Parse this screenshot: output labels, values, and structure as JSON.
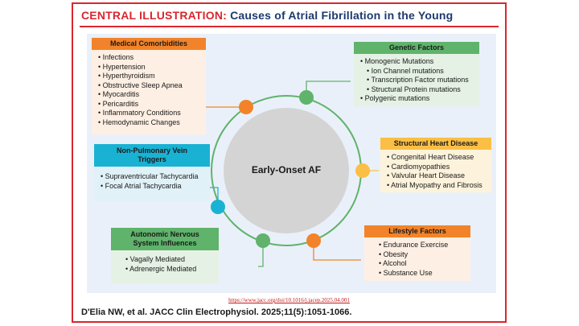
{
  "title": {
    "prefix": "CENTRAL ILLUSTRATION:",
    "main": "Causes of Atrial Fibrillation in the Young"
  },
  "center": {
    "label": "Early-Onset AF"
  },
  "boxes": {
    "medical": {
      "header": "Medical Comorbidities",
      "color": "#f2832a",
      "bg": "#fdefe3",
      "items": [
        "Infections",
        "Hypertension",
        "Hyperthyroidism",
        "Obstructive Sleep Apnea",
        "Myocarditis",
        "Pericarditis",
        "Inflammatory Conditions",
        "Hemodynamic Changes"
      ]
    },
    "genetic": {
      "header": "Genetic Factors",
      "color": "#5fb36b",
      "bg": "#e4f1e4",
      "items": [
        "Monogenic Mutations",
        "Ion Channel mutations",
        "Transcription Factor mutations",
        "Structural Protein mutations",
        "Polygenic mutations"
      ]
    },
    "nonpulmonary": {
      "header": "Non-Pulmonary Vein Triggers",
      "color": "#1ab2d3",
      "bg": "#e0f1f7",
      "items": [
        "Supraventricular Tachycardia",
        "Focal Atrial Tachycardia"
      ]
    },
    "structural": {
      "header": "Structural Heart Disease",
      "color": "#fbbf45",
      "bg": "#fdf3dc",
      "items": [
        "Congenital Heart Disease",
        "Cardiomyopathies",
        "Valvular Heart Disease",
        "Atrial Myopathy and Fibrosis"
      ]
    },
    "autonomic": {
      "header": "Autonomic Nervous System Influences",
      "color": "#5fb36b",
      "bg": "#e4f1e4",
      "items": [
        "Vagally Mediated",
        "Adrenergic Mediated"
      ]
    },
    "lifestyle": {
      "header": "Lifestyle Factors",
      "color": "#f2832a",
      "bg": "#fdefe3",
      "items": [
        "Endurance Exercise",
        "Obesity",
        "Alcohol",
        "Substance Use"
      ]
    }
  },
  "colors": {
    "ring": "#5fb36b",
    "center_fill": "#d4d4d4",
    "accent_red": "#d9272e",
    "navy": "#1c3a6e"
  },
  "url": "https://www.jacc.org/doi/10.1016/j.jacep.2025.04.001",
  "citation": "D'Elia NW, et al. JACC Clin Electrophysiol. 2025;11(5):1051-1066."
}
